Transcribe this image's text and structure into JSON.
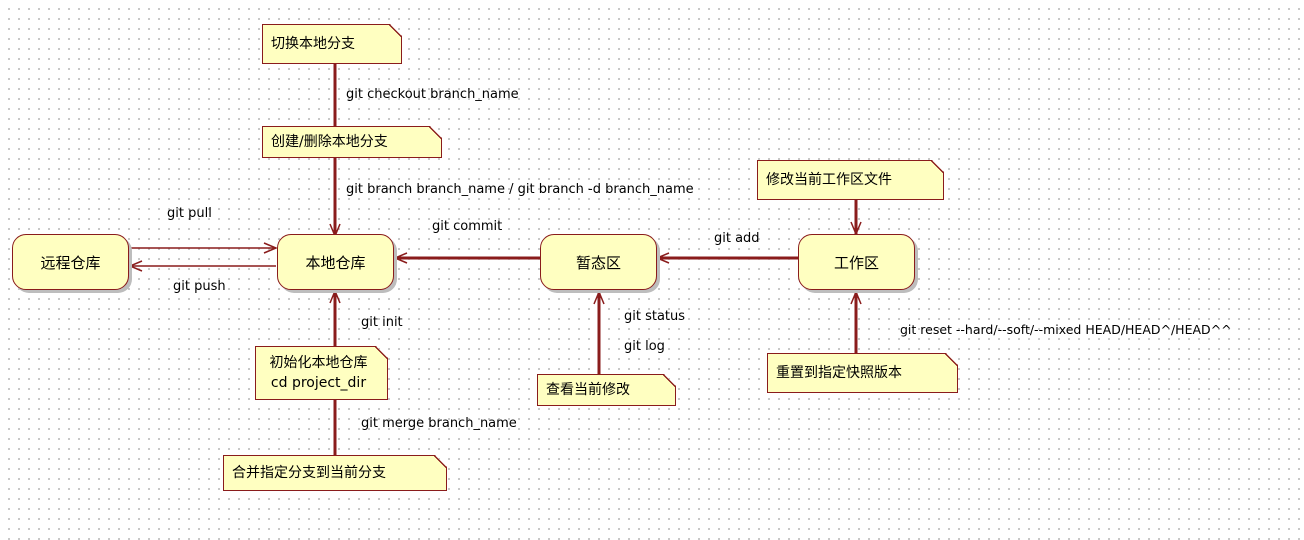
{
  "states": {
    "remote_repo": "远程仓库",
    "local_repo": "本地仓库",
    "staging": "暂态区",
    "workspace": "工作区"
  },
  "notes": {
    "switch_branch": "切换本地分支",
    "create_delete_branch": "创建/删除本地分支",
    "modify_files": "修改当前工作区文件",
    "init_repo": "初始化本地仓库",
    "init_repo_cmd": "cd project_dir",
    "view_changes": "查看当前修改",
    "reset_snapshot": "重置到指定快照版本",
    "merge_branch": "合并指定分支到当前分支"
  },
  "labels": {
    "checkout": "git checkout branch_name",
    "branch": "git branch branch_name / git branch -d branch_name",
    "pull": "git pull",
    "push": "git push",
    "commit": "git commit",
    "add": "git add",
    "init": "git init",
    "status": "git status",
    "log": "git log",
    "merge": "git merge branch_name",
    "reset": "git reset --hard/--soft/--mixed HEAD/HEAD^/HEAD^^"
  },
  "colors": {
    "state_fill": "#ffffc1",
    "border": "#8a1c1c",
    "arrow": "#8a1c1c"
  }
}
